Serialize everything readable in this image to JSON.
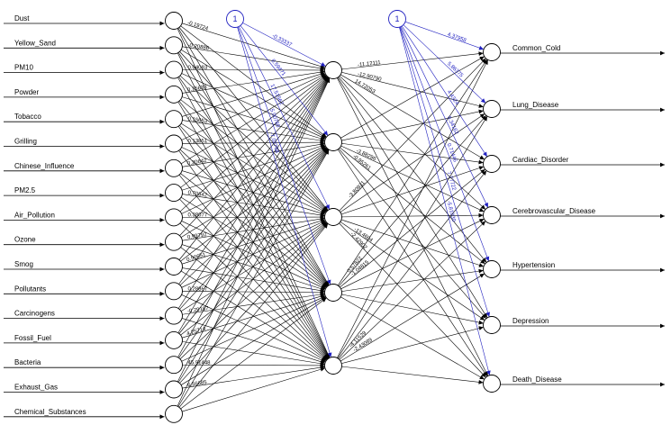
{
  "colors": {
    "edge": "#000000",
    "bias": "#2020c0",
    "node_fill": "#ffffff",
    "node_stroke": "#000000"
  },
  "network": {
    "inputs": [
      "Dust",
      "Yellow_Sand",
      "PM10",
      "Powder",
      "Tobacco",
      "Grilling",
      "Chinese_Influence",
      "PM2.5",
      "Air_Pollution",
      "Ozone",
      "Smog",
      "Pollutants",
      "Carcinogens",
      "Fossil_Fuel",
      "Bacteria",
      "Exhaust_Gas",
      "Chemical_Substances"
    ],
    "hidden_count": 5,
    "outputs": [
      "Common_Cold",
      "Lung_Disease",
      "Cardiac_Disorder",
      "Cerebrovascular_Disease",
      "Hypertension",
      "Depression",
      "Death_Disease"
    ],
    "bias_label": "1",
    "bias_hidden_weights": [
      "-0.33337",
      "0.59471",
      "17.51562",
      "5.00760",
      "-7.02768"
    ],
    "bias_output_weights": [
      "4.37958",
      "5.86375",
      "4.4324",
      "0.34162",
      "0.71446",
      "7.77722",
      "-5.81030"
    ],
    "input_weights_visible": [
      "-0.19724",
      "-0.20886",
      "0.04083",
      "0.15633",
      "0.15653",
      "0.13851",
      "0.20642",
      "0.70642",
      "0.38077",
      "0.99792",
      "0.50651",
      "0.28867",
      "-0.29187",
      "4.25714",
      "45.91448",
      "6.56685"
    ],
    "hidden_output_weights_visible": [
      "-11.12111",
      "-12.90790",
      "14.72053",
      "-3.88296",
      "-0.95261",
      "-13.4604",
      "-2.42902",
      "-3.80931",
      "0.57822",
      "-1.04815",
      "-4.11529",
      "-2.43089"
    ]
  }
}
